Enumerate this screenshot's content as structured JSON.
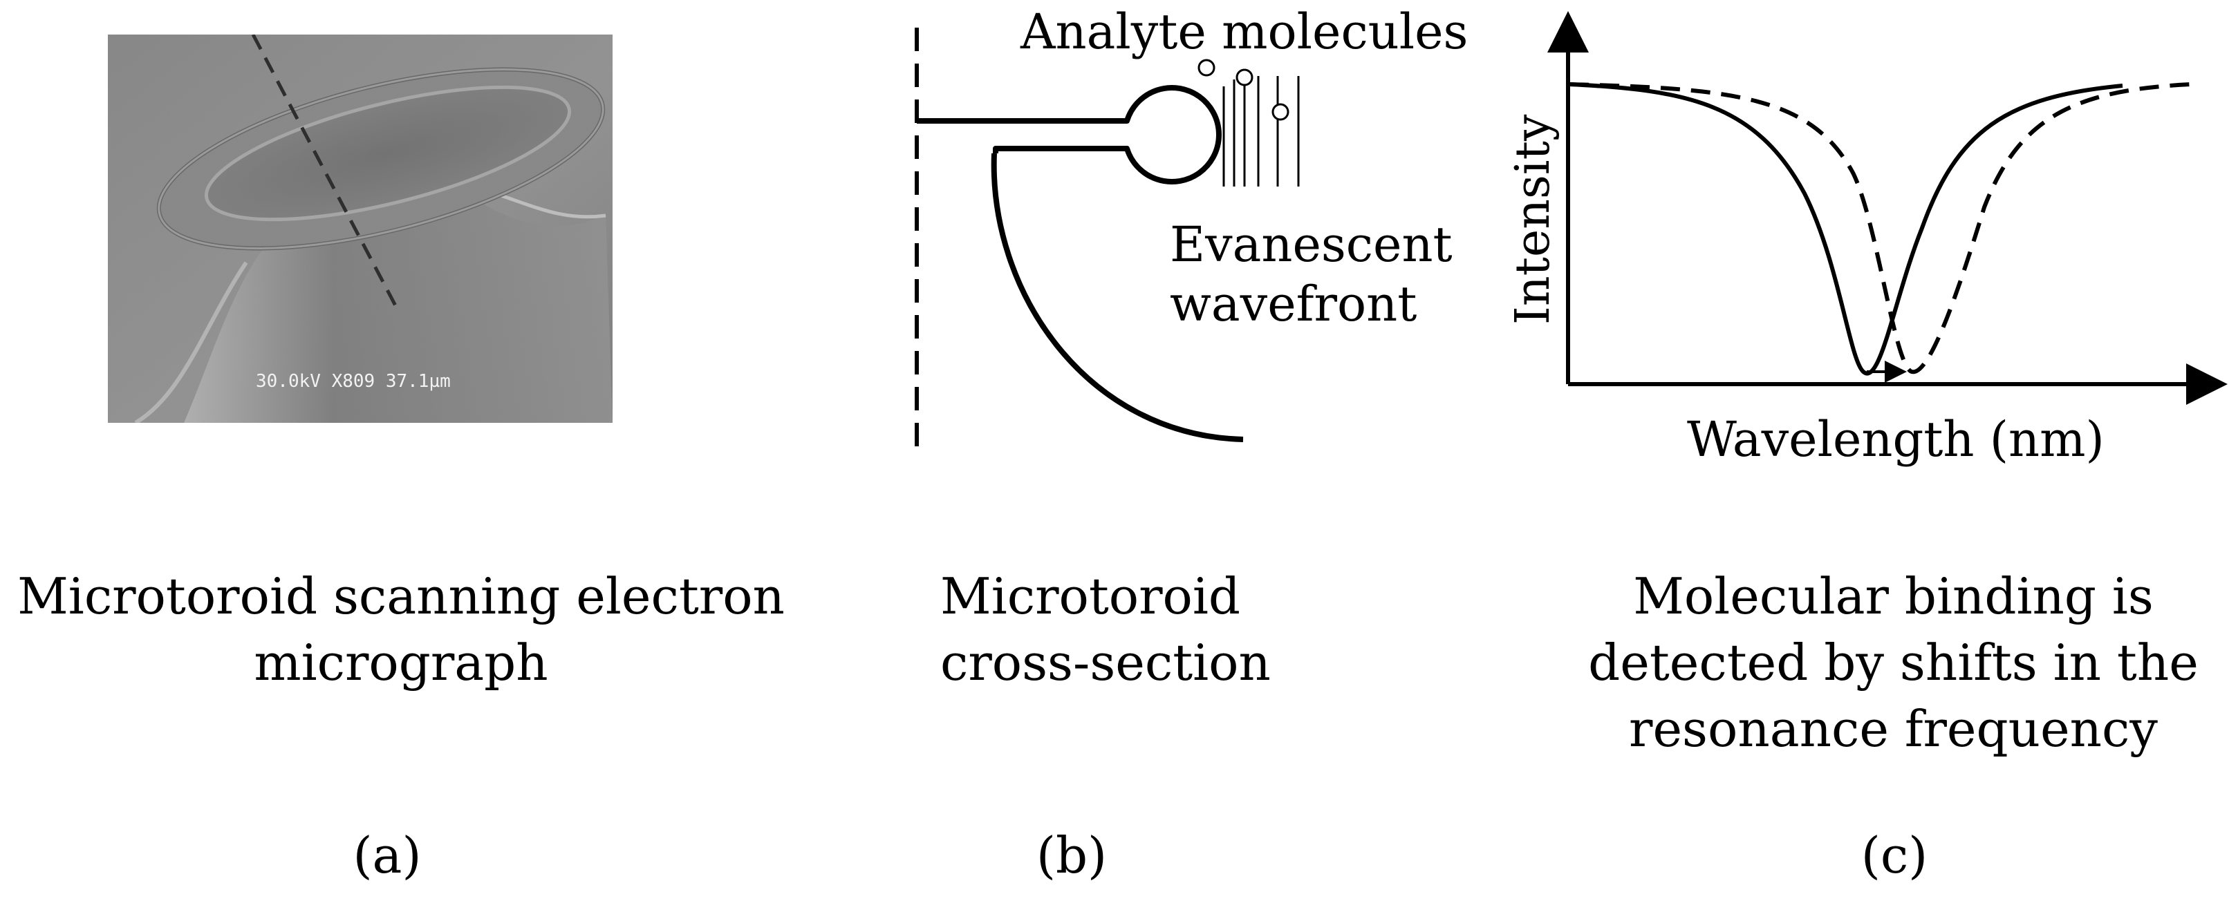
{
  "panels": [
    {
      "id": "a",
      "letter": "(a)",
      "caption_lines": [
        "Microtoroid scanning electron",
        "micrograph"
      ],
      "sem_readout": "30.0kV  X809  37.1µm"
    },
    {
      "id": "b",
      "letter": "(b)",
      "caption_lines": [
        "Microtoroid",
        "cross-section"
      ],
      "label_analyte": "Analyte molecules",
      "label_evanescent_lines": [
        "Evanescent",
        "wavefront"
      ]
    },
    {
      "id": "c",
      "letter": "(c)",
      "caption_lines": [
        "Molecular binding is",
        "detected by shifts in the",
        "resonance frequency"
      ],
      "ylabel": "Intensity",
      "xlabel": "Wavelength (nm)"
    }
  ],
  "colors": {
    "ink": "#000000",
    "sem_dark": "#6a6a6a",
    "sem_light": "#d8d8d8"
  }
}
